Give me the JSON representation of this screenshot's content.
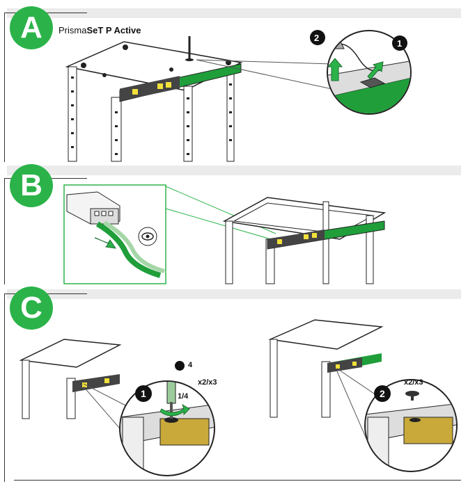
{
  "section_a": {
    "letter": "A",
    "product_prefix": "Prisma",
    "product_bold": "SeT P Active",
    "step1": "1",
    "step2": "2"
  },
  "section_b": {
    "letter": "B"
  },
  "section_c": {
    "letter": "C",
    "left": {
      "step": "1",
      "tool_size": "4",
      "turn": "1/4",
      "count": "x2/x3"
    },
    "right": {
      "step": "2",
      "count": "x2/x3"
    }
  },
  "colors": {
    "accent_green": "#2bb34a",
    "bar_green": "#1f9e3a",
    "band_grey": "#ebebeb"
  },
  "icons": [
    "eye-icon",
    "screwdriver-icon",
    "arrow-up-icon",
    "rotate-arrow-icon",
    "screw-icon"
  ]
}
